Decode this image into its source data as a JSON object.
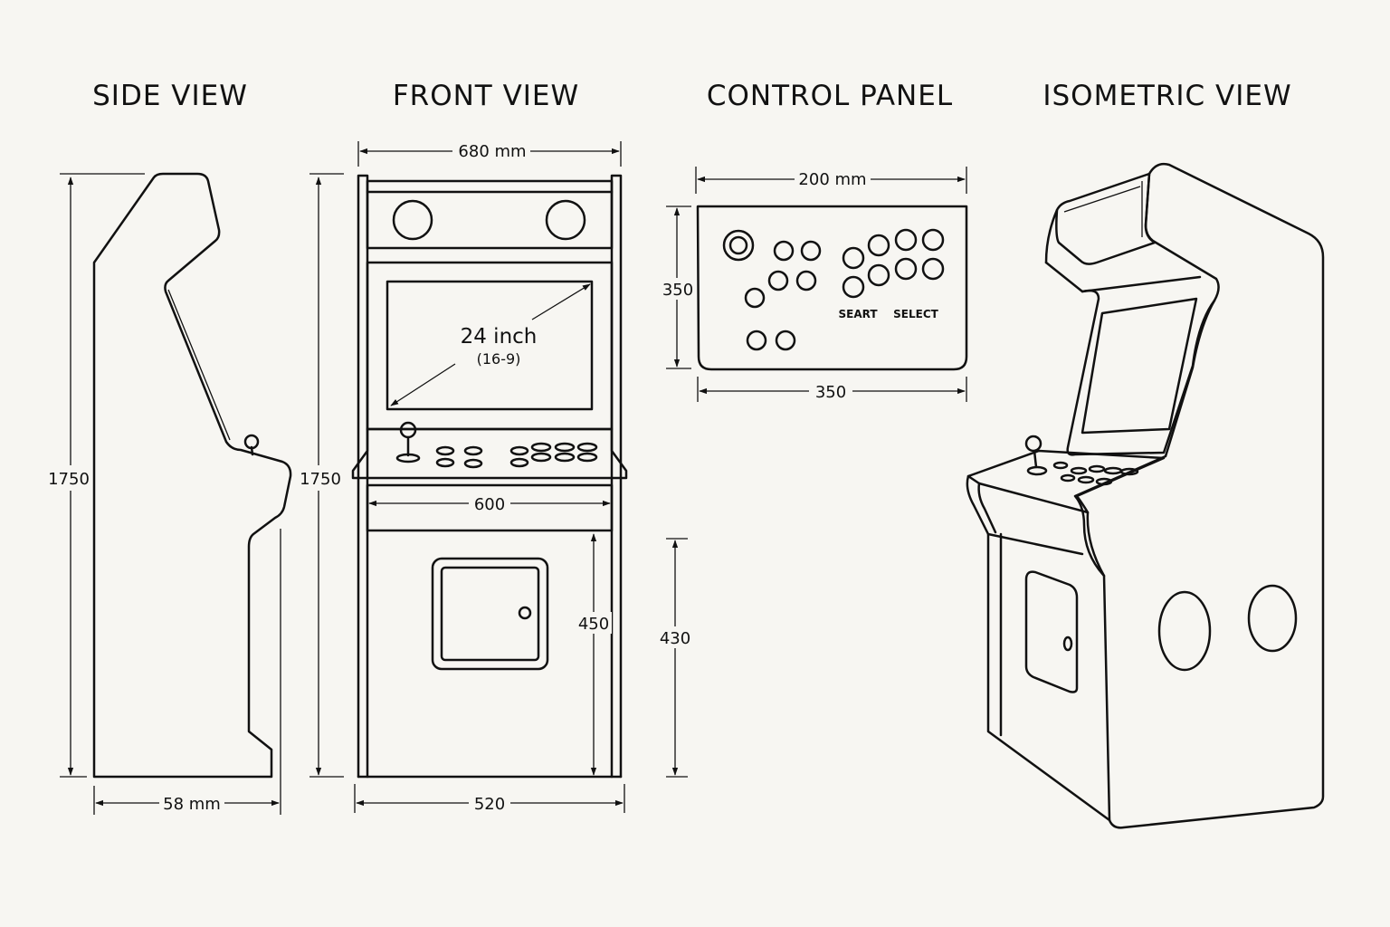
{
  "titles": {
    "side": "SIDE VIEW",
    "front": "FRONT VIEW",
    "control": "CONTROL PANEL",
    "iso": "ISOMETRIC VIEW"
  },
  "side_view": {
    "height": "1750",
    "depth": "58 mm"
  },
  "front_view": {
    "top_width": "680 mm",
    "height": "1750",
    "screen_size": "24 inch",
    "screen_ratio": "(16-9)",
    "panel_width": "600",
    "lower_height": "450",
    "base_width": "520"
  },
  "control_panel": {
    "top_width": "200 mm",
    "height": "350",
    "bottom_width": "350",
    "start_label": "SEART",
    "select_label": "SELECT",
    "cabinet_height": "430"
  },
  "iso_view": {}
}
